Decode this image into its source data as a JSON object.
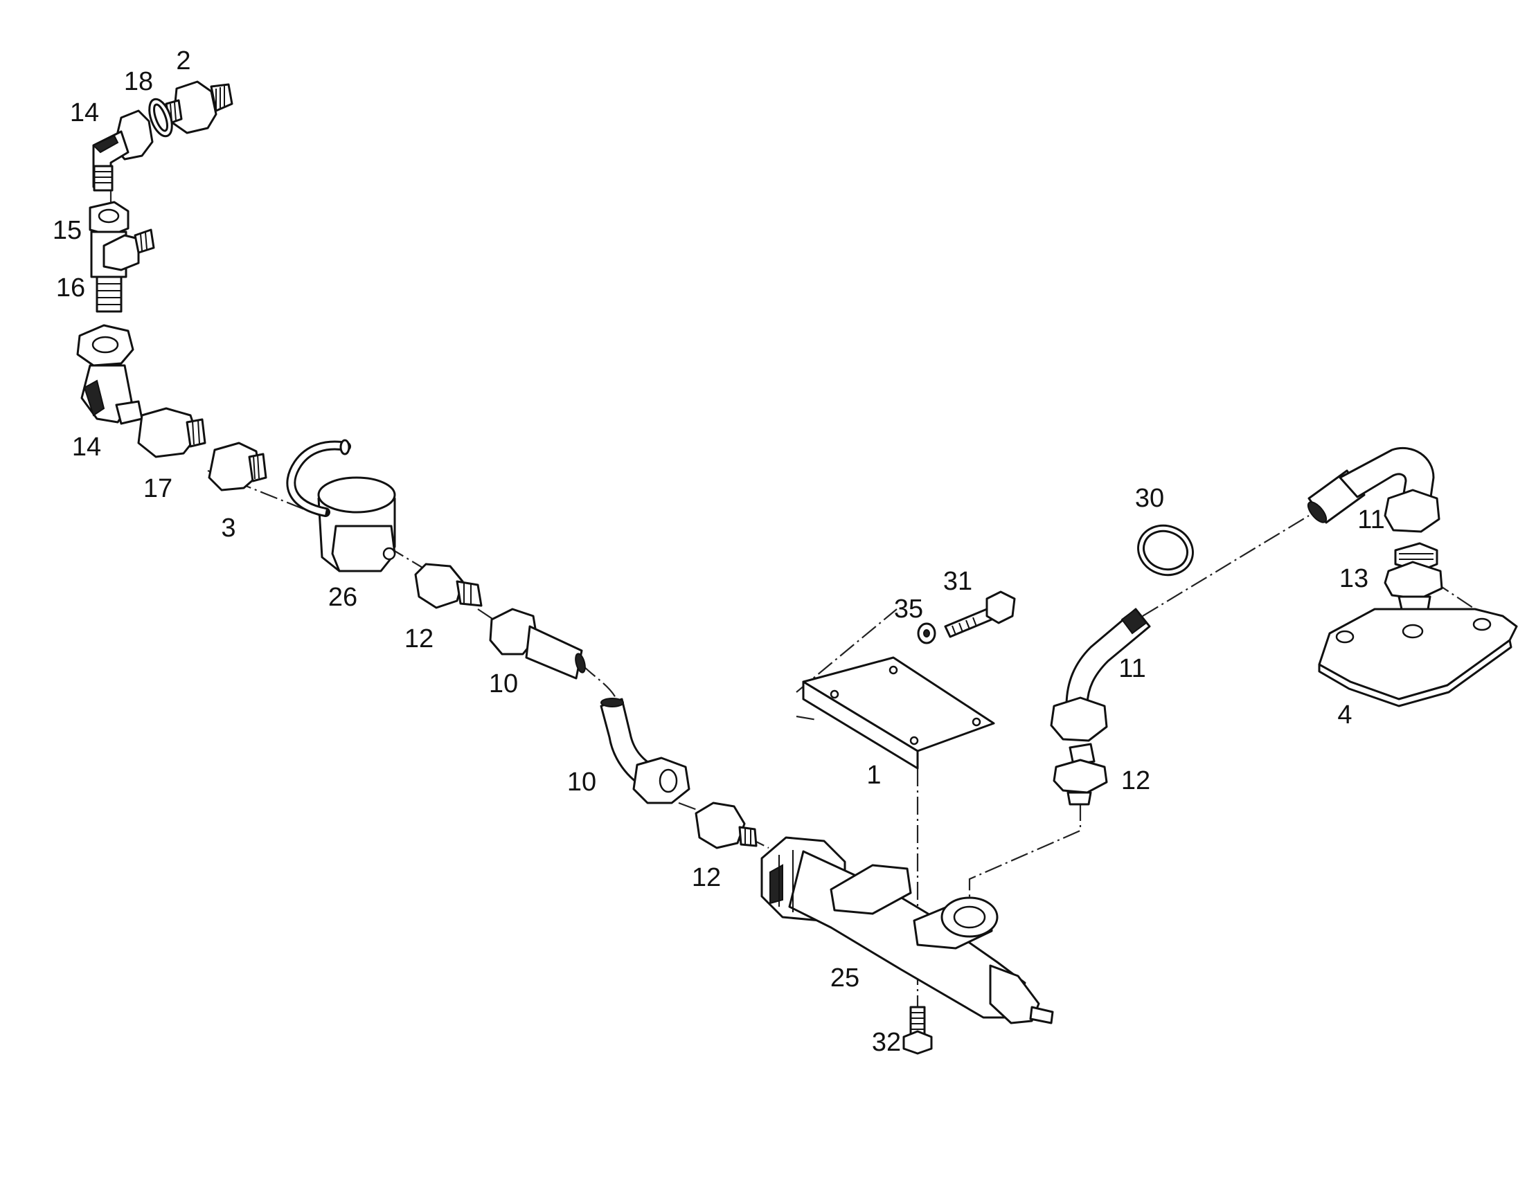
{
  "diagram": {
    "callouts": [
      {
        "id": "c2",
        "text": "2"
      },
      {
        "id": "c18",
        "text": "18"
      },
      {
        "id": "c14a",
        "text": "14"
      },
      {
        "id": "c15",
        "text": "15"
      },
      {
        "id": "c16",
        "text": "16"
      },
      {
        "id": "c14b",
        "text": "14"
      },
      {
        "id": "c17",
        "text": "17"
      },
      {
        "id": "c3",
        "text": "3"
      },
      {
        "id": "c26",
        "text": "26"
      },
      {
        "id": "c12a",
        "text": "12"
      },
      {
        "id": "c10a",
        "text": "10"
      },
      {
        "id": "c10b",
        "text": "10"
      },
      {
        "id": "c12b",
        "text": "12"
      },
      {
        "id": "c25",
        "text": "25"
      },
      {
        "id": "c32",
        "text": "32"
      },
      {
        "id": "c1",
        "text": "1"
      },
      {
        "id": "c35",
        "text": "35"
      },
      {
        "id": "c31",
        "text": "31"
      },
      {
        "id": "c30",
        "text": "30"
      },
      {
        "id": "c11a",
        "text": "11"
      },
      {
        "id": "c11b",
        "text": "11"
      },
      {
        "id": "c12c",
        "text": "12"
      },
      {
        "id": "c13",
        "text": "13"
      },
      {
        "id": "c4",
        "text": "4"
      }
    ]
  }
}
